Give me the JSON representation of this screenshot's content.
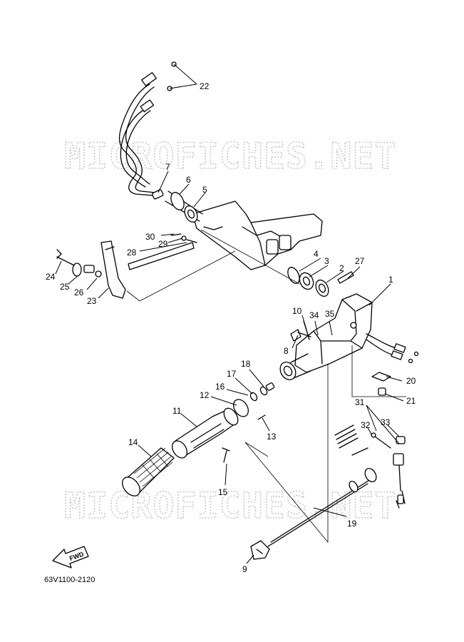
{
  "watermark": "MICROFICHES.NET",
  "drawing_code": "63V1100-2120",
  "fwd_label": "FWD",
  "callouts": [
    "1",
    "2",
    "3",
    "4",
    "5",
    "6",
    "7",
    "8",
    "9",
    "10",
    "11",
    "12",
    "13",
    "14",
    "15",
    "16",
    "17",
    "18",
    "19",
    "20",
    "21",
    "22",
    "23",
    "24",
    "25",
    "26",
    "27",
    "28",
    "29",
    "30",
    "31",
    "32",
    "33",
    "34",
    "35"
  ]
}
